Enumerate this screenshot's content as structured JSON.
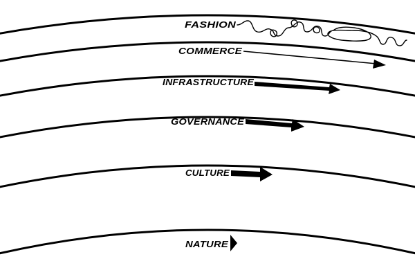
{
  "colors": {
    "background": "#ffffff",
    "ink": "#000000"
  },
  "layers": [
    {
      "label": "FASHION"
    },
    {
      "label": "COMMERCE"
    },
    {
      "label": "INFRASTRUCTURE"
    },
    {
      "label": "GOVERNANCE"
    },
    {
      "label": "CULTURE"
    },
    {
      "label": "NATURE"
    }
  ]
}
